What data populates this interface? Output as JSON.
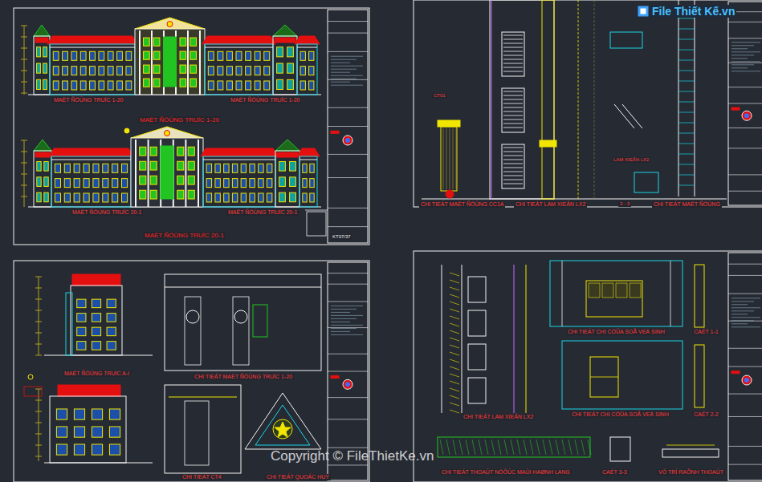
{
  "diagram": {
    "labels": [
      "MAËT ÑÖÙNG TRUÏC 1-20",
      "MAËT ÑÖÙNG TRUÏC 1-20",
      "MAËT ÑÖÙNG TRUÏC 1-20",
      "MAËT ÑÖÙNG TRUÏC 20-1",
      "MAËT ÑÖÙNG TRUÏC 20-1",
      "MAËT ÑÖÙNG TRUÏC 20-1",
      "KT07/37",
      "CT01",
      "CHI TIEÁT MAËT ÑÖÙNG CC1A",
      "CHI TIEÁT LAM XIEÂN LX2",
      "LAM XIEÂN LX2",
      "3 - 3",
      "CHI TIEÁT MAËT ÑÖÙNG",
      "MAËT ÑÖÙNG TRUÏC A-I",
      "CHI TIEÁT MAËT ÑÖÙNG TRUÏC 1-20",
      "CHI TIEÁT CT4",
      "CHI TIEÁT QUOÁC HUY",
      "CHI TIEÁT LAM XIEÂN LX2",
      "CHI TIEÁT CHI CÖÛA SOÅ VEÄ SINH",
      "CAÉT 1-1",
      "CHI TIEÁT CHI CÖÛA SOÅ VEÄ SINH",
      "CAÉT 2-2",
      "CHI TIEÁT THOAÙT NÖÔÙC MAÙI HAØNH LANG",
      "CAÉT 3-3",
      "VÒ TRÍ RAÕNH THOAÙT",
      "File Thiết Kế.vn",
      "Copyright © FileThietKe.vn"
    ]
  }
}
